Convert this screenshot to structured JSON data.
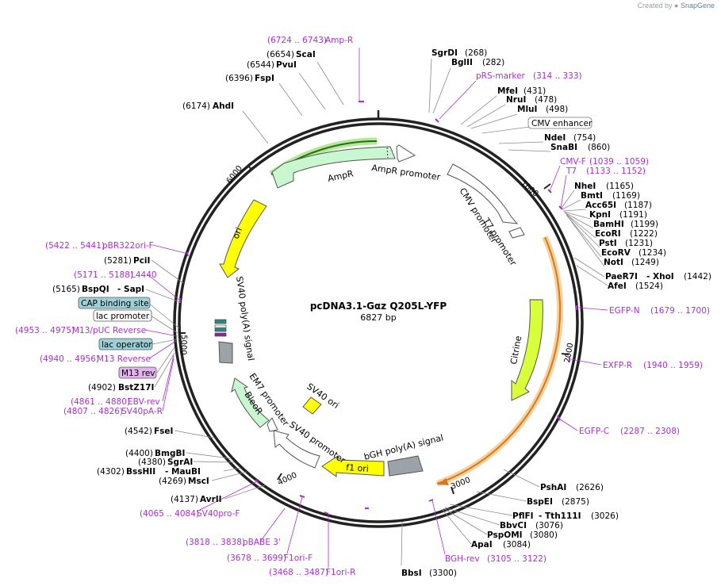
{
  "credit": {
    "prefix": "Created by",
    "brand": "SnapGene"
  },
  "plasmid": {
    "name": "pcDNA3.1-Gαz Q205L-YFP",
    "length": "6827 bp"
  },
  "ticks": [
    "1000",
    "2000",
    "3000",
    "4000",
    "5000",
    "6000"
  ],
  "features": {
    "ampr": "AmpR",
    "ampr_promoter": "AmpR promoter",
    "cmv_promoter": "CMV promoter",
    "t7_promoter": "T7 promoter",
    "ori": "ori",
    "sv40_polya": "SV40 poly(A) signal",
    "citrine": "Citrine",
    "em7": "EM7 promoter",
    "bleor": "BleoR",
    "sv40_ori": "SV40 ori",
    "sv40_promoter": "SV40 promoter",
    "f1_ori": "f1 ori",
    "bgh": "bGH poly(A) signal"
  },
  "colors": {
    "ampr": "#c9f7cf",
    "ori": "#ffff00",
    "citrine": "#d8ff3a",
    "f1": "#ffff00",
    "gray": "#9ba2a8",
    "primer": "#a82fd1"
  },
  "enzymes": [
    {
      "pos": "(6724 .. 6743)",
      "name": "Amp-R",
      "primer": true
    },
    {
      "pos": "(6654)",
      "name": "ScaI"
    },
    {
      "pos": "(6544)",
      "name": "PvuI"
    },
    {
      "pos": "(6396)",
      "name": "FspI"
    },
    {
      "pos": "(6174)",
      "name": "AhdI"
    },
    {
      "pos": "(268)",
      "name": "SgrDI"
    },
    {
      "pos": "(282)",
      "name": "BglII"
    },
    {
      "pos": "(314 .. 333)",
      "name": "pRS-marker",
      "primer": true
    },
    {
      "pos": "(431)",
      "name": "MfeI"
    },
    {
      "pos": "(478)",
      "name": "NruI"
    },
    {
      "pos": "(498)",
      "name": "MluI"
    },
    {
      "pos": "",
      "name": "CMV enhancer"
    },
    {
      "pos": "(754)",
      "name": "NdeI"
    },
    {
      "pos": "(860)",
      "name": "SnaBI"
    },
    {
      "pos": "(1039 .. 1059)",
      "name": "CMV-F",
      "primer": true
    },
    {
      "pos": "(1133 .. 1152)",
      "name": "T7",
      "primer": true
    },
    {
      "pos": "(1165)",
      "name": "NheI"
    },
    {
      "pos": "(1169)",
      "name": "BmtI"
    },
    {
      "pos": "(1187)",
      "name": "Acc65I"
    },
    {
      "pos": "(1191)",
      "name": "KpnI"
    },
    {
      "pos": "(1199)",
      "name": "BamHI"
    },
    {
      "pos": "(1222)",
      "name": "EcoRI"
    },
    {
      "pos": "(1231)",
      "name": "PstI"
    },
    {
      "pos": "(1234)",
      "name": "EcoRV"
    },
    {
      "pos": "(1249)",
      "name": "NotI"
    },
    {
      "pos": "(1442)",
      "name": "PaeR7I",
      "name2": "- XhoI"
    },
    {
      "pos": "(1524)",
      "name": "AfeI"
    },
    {
      "pos": "(1679 .. 1700)",
      "name": "EGFP-N",
      "primer": true
    },
    {
      "pos": "(1940 .. 1959)",
      "name": "EXFP-R",
      "primer": true
    },
    {
      "pos": "(2287 .. 2308)",
      "name": "EGFP-C",
      "primer": true
    },
    {
      "pos": "(2626)",
      "name": "PshAI"
    },
    {
      "pos": "(2875)",
      "name": "BspEI"
    },
    {
      "pos": "(3026)",
      "name": "PflFI",
      "name2": "- Tth111I"
    },
    {
      "pos": "(3076)",
      "name": "BbvCI"
    },
    {
      "pos": "(3080)",
      "name": "PspOMI"
    },
    {
      "pos": "(3084)",
      "name": "ApaI"
    },
    {
      "pos": "(3105 .. 3122)",
      "name": "BGH-rev",
      "primer": true
    },
    {
      "pos": "(3300)",
      "name": "BbsI"
    },
    {
      "pos": "(3468 .. 3487)",
      "name": "F1ori-R",
      "primer": true
    },
    {
      "pos": "(3678 .. 3699)",
      "name": "F1ori-F",
      "primer": true
    },
    {
      "pos": "(3818 .. 3838)",
      "name": "pBABE 3'",
      "primer": true
    },
    {
      "pos": "(4065 .. 4084)",
      "name": "SV40pro-F",
      "primer": true
    },
    {
      "pos": "(4137)",
      "name": "AvrII"
    },
    {
      "pos": "(4269)",
      "name": "MscI"
    },
    {
      "pos": "(4302)",
      "name": "BssHII",
      "name2": "- MauBI"
    },
    {
      "pos": "(4380)",
      "name": "SgrAI"
    },
    {
      "pos": "(4400)",
      "name": "BmgBI"
    },
    {
      "pos": "(4542)",
      "name": "FseI"
    },
    {
      "pos": "(4807 .. 4826)",
      "name": "SV40pA-R",
      "primer": true
    },
    {
      "pos": "(4861 .. 4880)",
      "name": "EBV-rev",
      "primer": true
    },
    {
      "pos": "(4902)",
      "name": "BstZ17I"
    },
    {
      "pos": "",
      "name": "M13 rev",
      "box": "purple"
    },
    {
      "pos": "(4940 .. 4956)",
      "name": "M13 Reverse",
      "primer": true
    },
    {
      "pos": "",
      "name": "lac operator",
      "box": "teal"
    },
    {
      "pos": "(4953 .. 4975)",
      "name": "M13/pUC Reverse",
      "primer": true
    },
    {
      "pos": "",
      "name": "lac promoter",
      "box": "white"
    },
    {
      "pos": "",
      "name": "CAP binding site",
      "box": "teal"
    },
    {
      "pos": "(5165)",
      "name": "BspQI",
      "name2": "- SapI"
    },
    {
      "pos": "(5171 .. 5188)",
      "name": "L4440",
      "primer": true
    },
    {
      "pos": "(5281)",
      "name": "PciI"
    },
    {
      "pos": "(5422 .. 5441)",
      "name": "pBR322ori-F",
      "primer": true
    }
  ]
}
